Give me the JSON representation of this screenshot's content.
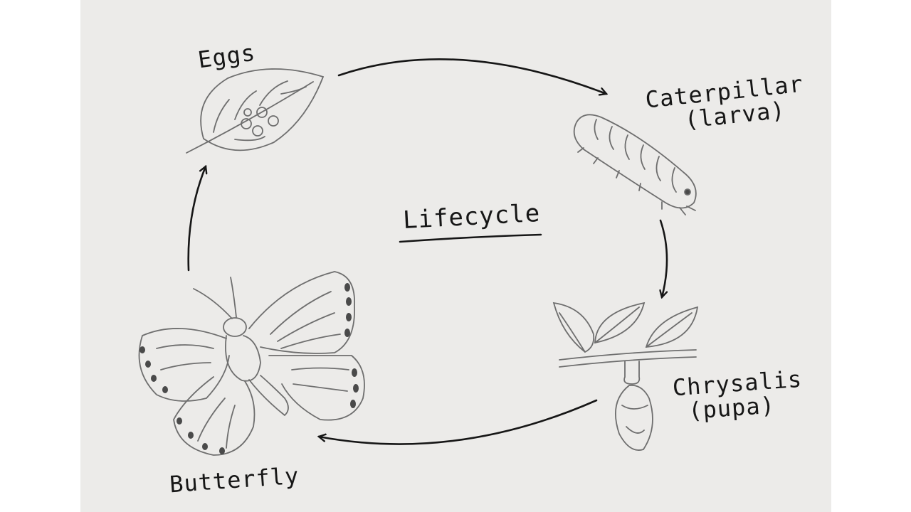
{
  "diagram": {
    "title": "Lifecycle",
    "stages": {
      "eggs": {
        "label": "Eggs",
        "icon": "leaf-with-eggs-icon"
      },
      "caterpillar": {
        "label": "Caterpillar",
        "sublabel": "(larva)",
        "icon": "caterpillar-icon"
      },
      "chrysalis": {
        "label": "Chrysalis",
        "sublabel": "(pupa)",
        "icon": "chrysalis-icon"
      },
      "butterfly": {
        "label": "Butterfly",
        "icon": "butterfly-icon"
      }
    },
    "flow": [
      "eggs",
      "caterpillar",
      "chrysalis",
      "butterfly",
      "eggs"
    ],
    "colors": {
      "paper": "#ecebe9",
      "ink": "#161616",
      "pencil": "#6e6e6e"
    }
  }
}
